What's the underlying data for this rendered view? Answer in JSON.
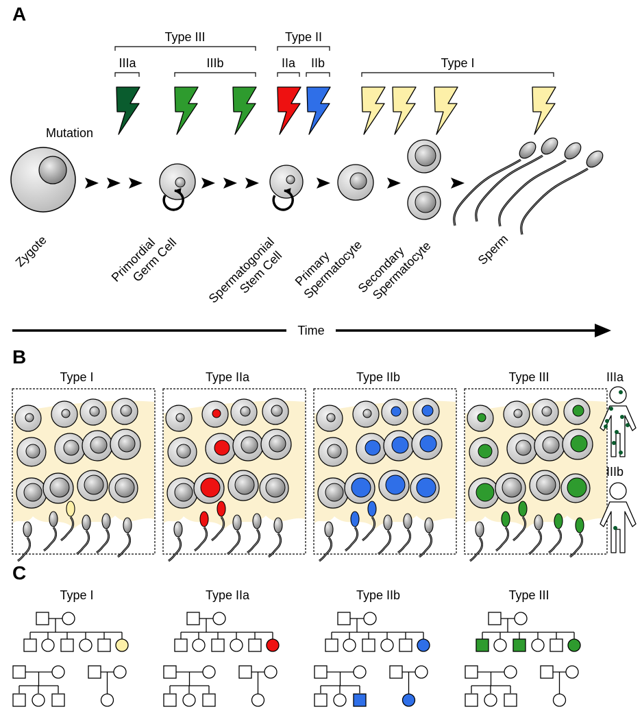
{
  "colors": {
    "type_IIIa": "#0a5c2e",
    "type_IIIb": "#2e9b2e",
    "type_IIa": "#ee1111",
    "type_IIb": "#2f6fe8",
    "type_I": "#fdf0a8",
    "tissue": "#fcf1cf",
    "cell": "#dedede",
    "nucleus": "#a8a8a8"
  },
  "panel_a": {
    "letter": "A",
    "mutation_label": "Mutation",
    "groups": {
      "type_III": "Type III",
      "IIIa": "IIIa",
      "IIIb": "IIIb",
      "type_II": "Type II",
      "IIa": "IIa",
      "IIb": "IIb",
      "type_I": "Type I"
    },
    "stages": [
      {
        "key": "zygote",
        "lines": [
          "Zygote"
        ]
      },
      {
        "key": "pgc",
        "lines": [
          "Primordial",
          "Germ Cell"
        ]
      },
      {
        "key": "ssc",
        "lines": [
          "Spermatogonial",
          "Stem Cell"
        ]
      },
      {
        "key": "primary",
        "lines": [
          "Primary",
          "Spermatocyte"
        ]
      },
      {
        "key": "secondary",
        "lines": [
          "Secondary",
          "Spermatocyte"
        ]
      },
      {
        "key": "sperm",
        "lines": [
          "Sperm"
        ]
      }
    ],
    "time_label": "Time"
  },
  "panel_b": {
    "letter": "B",
    "titles": [
      "Type I",
      "Type IIa",
      "Type IIb",
      "Type III"
    ],
    "body_labels": [
      "IIIa",
      "IIIb"
    ]
  },
  "panel_c": {
    "letter": "C",
    "titles": [
      "Type I",
      "Type IIa",
      "Type IIb",
      "Type III"
    ]
  }
}
